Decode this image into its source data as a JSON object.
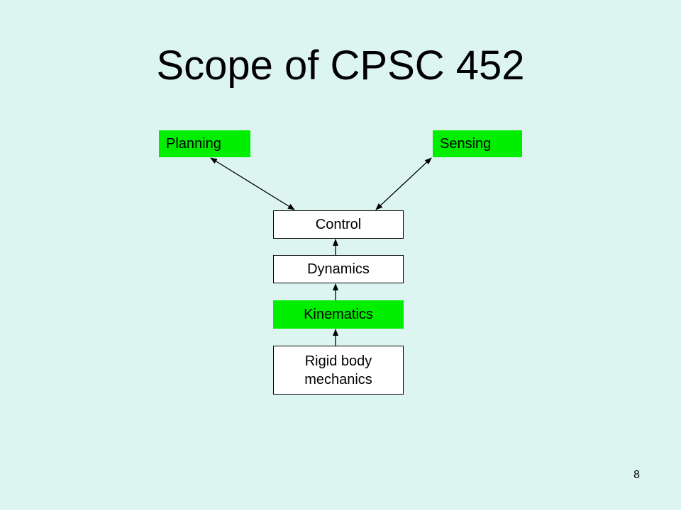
{
  "colors": {
    "background": "#dcf5f0",
    "highlight": "#00ee00",
    "box_fill": "#ffffff",
    "text": "#000000",
    "line": "#000000"
  },
  "slide": {
    "title": "Scope of CPSC 452",
    "page_number": "8"
  },
  "diagram": {
    "nodes": {
      "planning": {
        "label": "Planning",
        "highlighted": true
      },
      "sensing": {
        "label": "Sensing",
        "highlighted": true
      },
      "control": {
        "label": "Control",
        "highlighted": false
      },
      "dynamics": {
        "label": "Dynamics",
        "highlighted": false
      },
      "kinematics": {
        "label": "Kinematics",
        "highlighted": true
      },
      "rigid_body": {
        "label": "Rigid body\nmechanics",
        "highlighted": false
      }
    },
    "edges": [
      {
        "from": "control",
        "to": "planning",
        "bidirectional": true
      },
      {
        "from": "control",
        "to": "sensing",
        "bidirectional": true
      },
      {
        "from": "dynamics",
        "to": "control",
        "bidirectional": false
      },
      {
        "from": "kinematics",
        "to": "dynamics",
        "bidirectional": false
      },
      {
        "from": "rigid_body",
        "to": "kinematics",
        "bidirectional": false
      }
    ]
  }
}
